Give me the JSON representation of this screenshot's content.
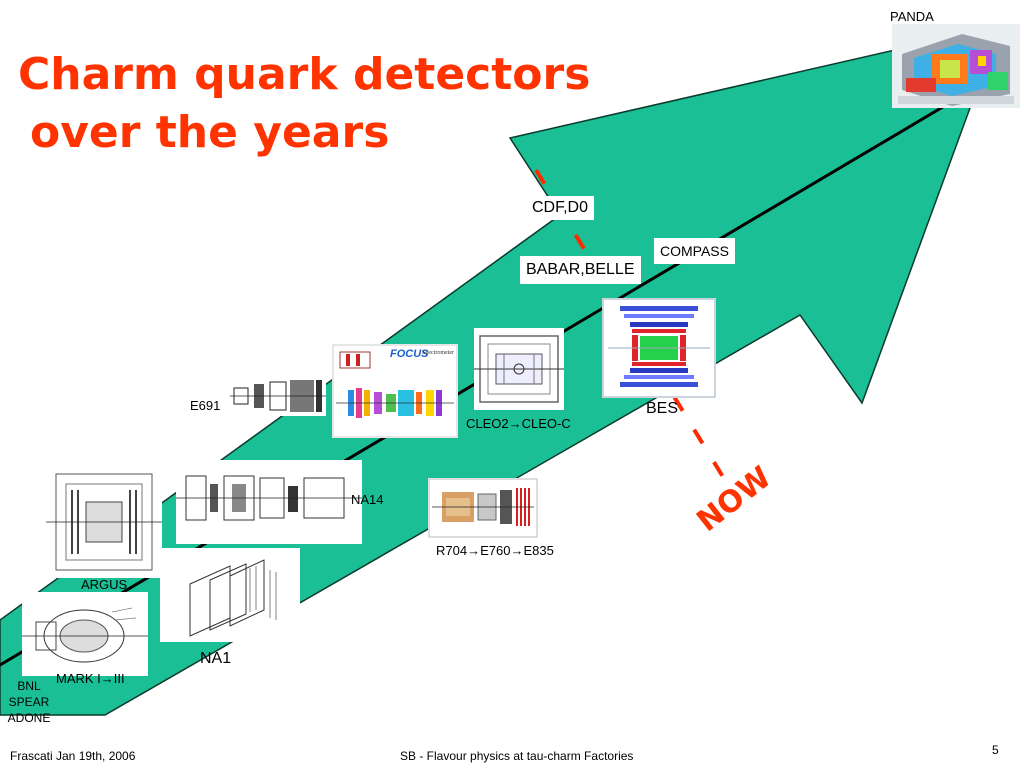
{
  "slide": {
    "title_line1": "Charm quark detectors",
    "title_line2": "over the years",
    "page_number": "5"
  },
  "footer": {
    "left": "Frascati Jan 19th, 2006",
    "center": "SB -  Flavour physics at tau-charm Factories"
  },
  "marker": {
    "label": "NOW",
    "color": "#ff3300"
  },
  "colors": {
    "arrow_fill": "#1bbf95",
    "title": "#ff3300"
  },
  "labels": {
    "panda": "PANDA",
    "cdf_d0": "CDF,D0",
    "compass": "COMPASS",
    "babar_belle": "BABAR,BELLE",
    "bes": "BES",
    "cleo": "CLEO2→CLEO-C",
    "e691": "E691",
    "na14": "NA14",
    "r704": "R704→E760→E835",
    "argus": "ARGUS",
    "na1": "NA1",
    "mark": "MARK I→III",
    "bnl": "BNL",
    "spear": "SPEAR",
    "adone": "ADONE"
  },
  "focus_text": {
    "brand": "FOCUS",
    "subtitle": "Spectrometer"
  }
}
